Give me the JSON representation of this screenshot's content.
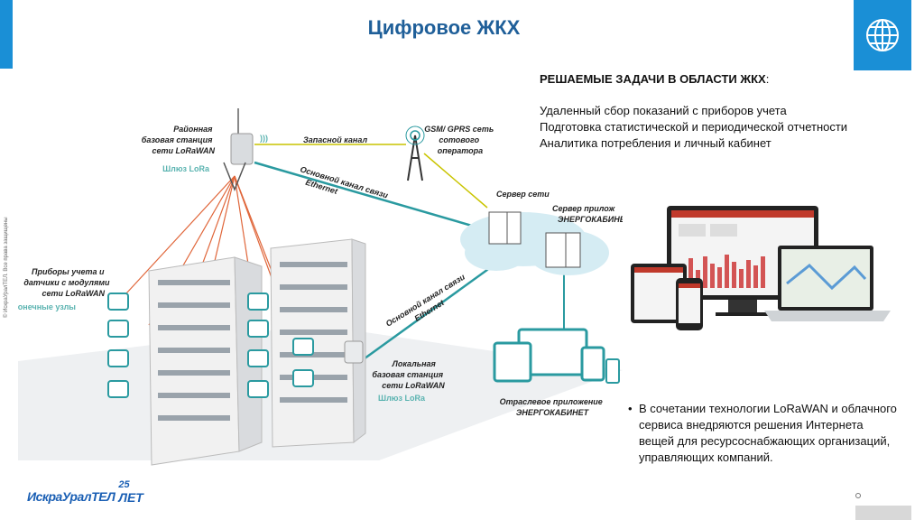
{
  "title": "Цифровое ЖКХ",
  "copyright": "© ИскраУралТЕЛ. Все права защищены",
  "tasks": {
    "heading": "РЕШАЕМЫЕ ЗАДАЧИ В ОБЛАСТИ ЖКХ",
    "heading_suffix": ":",
    "items": [
      "Удаленный сбор показаний с приборов учета",
      "Подготовка статистической и периодической отчетности",
      "Аналитика потребления и личный кабинет"
    ]
  },
  "bullet": "В сочетании технологии LoRaWAN и облачного сервиса внедряются решения Интернета вещей для ресурсоснабжающих организаций, управляющих компаний.",
  "diagram": {
    "district_station": [
      "Районная",
      "базовая станция",
      "сети LoRaWAN"
    ],
    "gateway_top": "Шлюз LoRa",
    "backup_channel": "Запасной канал",
    "gsm": [
      "GSM/ GPRS сеть",
      "сотового",
      "оператора"
    ],
    "main_channel_top": [
      "Основной канал связи",
      "Ethernet"
    ],
    "server_network": "Сервер сети",
    "server_app": [
      "Сервер прилож",
      "ЭНЕРГОКАБИНЕ"
    ],
    "meters": [
      "Приборы учета и",
      "датчики с модулями",
      "сети LoRaWAN"
    ],
    "end_nodes": "Конечные узлы",
    "main_channel_bottom": [
      "Основной канал связи",
      "Ethernet"
    ],
    "local_station": [
      "Локальная",
      "базовая станция",
      "сети LoRaWAN"
    ],
    "gateway_bottom": "Шлюз LoRa",
    "industry_app": [
      "Отраслевое приложение",
      "ЭНЕРГОКАБИНЕТ"
    ]
  },
  "logo": {
    "name": "ИскраУралТЕЛ",
    "age_number": "25",
    "age_word": "ЛЕТ"
  },
  "colors": {
    "accent": "#1a8fd6",
    "title": "#1f5f99",
    "teal": "#5ab3b0",
    "radio_line": "#e0663a"
  }
}
